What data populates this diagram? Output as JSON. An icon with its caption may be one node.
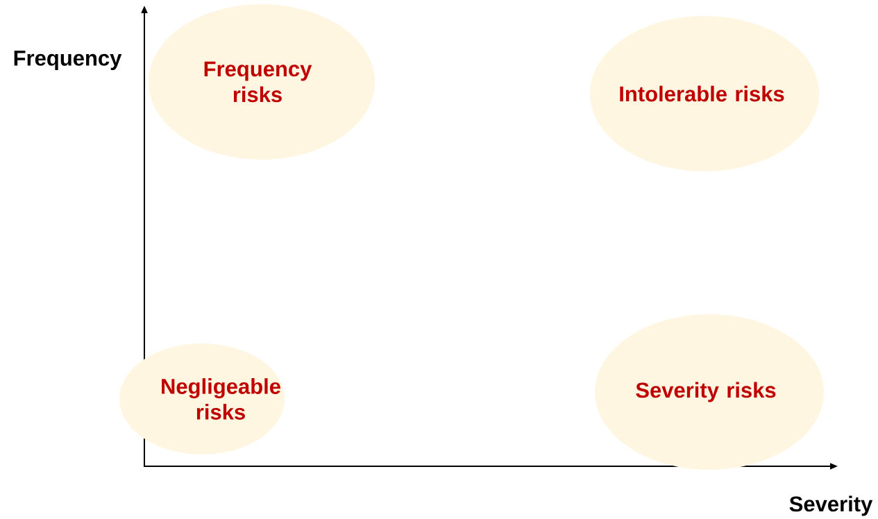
{
  "diagram": {
    "nodes": [
      {
        "text": [
          "Frequency risks"
        ]
      },
      {
        "text": [
          "Intolerable risks"
        ]
      },
      {
        "text": [
          "Negligeable risks"
        ]
      },
      {
        "text": [
          "Severity risks"
        ]
      }
    ],
    "labels": [
      "Frequency",
      "Severity"
    ]
  }
}
